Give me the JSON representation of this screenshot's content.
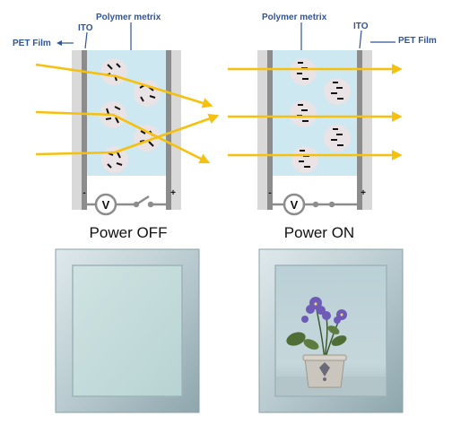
{
  "left_diagram": {
    "pet_film_label": "PET Film",
    "ito_label": "ITO",
    "polymer_label": "Polymer metrix",
    "minus_sign": "-",
    "plus_sign": "+",
    "voltmeter_symbol": "V",
    "state_label": "Power OFF"
  },
  "right_diagram": {
    "polymer_label": "Polymer metrix",
    "ito_label": "ITO",
    "pet_film_label": "PET Film",
    "minus_sign": "-",
    "plus_sign": "+",
    "voltmeter_symbol": "V",
    "state_label": "Power ON"
  },
  "colors": {
    "ray": "#f5c10e",
    "polymer_matrix": "#cde8f0",
    "ito": "#8c8c8c",
    "pet_film": "#d9d9d9",
    "droplet": "#e9e3e6",
    "label_blue": "#2f5597",
    "frame": "#b4c5ca"
  }
}
